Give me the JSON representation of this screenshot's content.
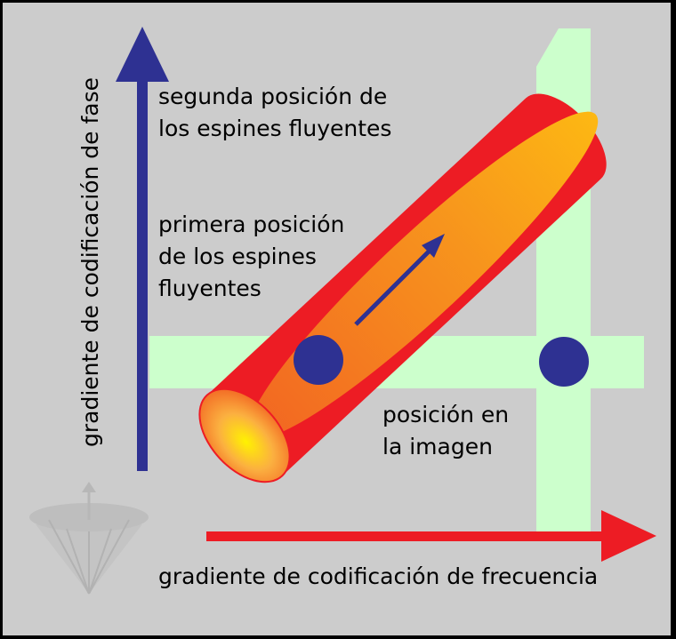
{
  "labels": {
    "second_position": [
      "segunda posición de",
      "los espines fluyentes"
    ],
    "first_position": [
      "primera posición",
      "de los espines",
      "fluyentes"
    ],
    "image_position": [
      "posición en",
      "la imagen"
    ],
    "phase_axis": "gradiente de codificación de fase",
    "frequency_axis": "gradiente de codificación de frecuencia"
  },
  "colors": {
    "background": "#cccccc",
    "band": "#ccffcc",
    "tube_outer": "#ed1c24",
    "tube_inner": "#f7941d",
    "spin": "#2e3192",
    "phase_arrow": "#2e3192",
    "frequency_arrow": "#ed1c24"
  }
}
